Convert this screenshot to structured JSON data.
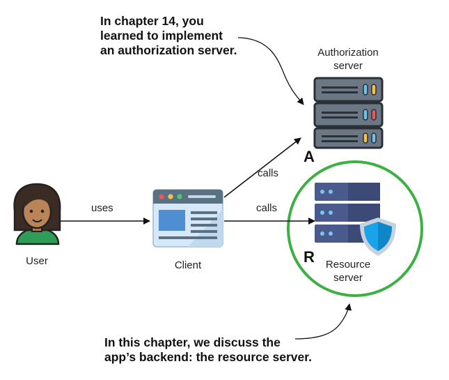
{
  "annotations": {
    "top_line1": "In chapter 14, you",
    "top_line2": "learned to implement",
    "top_line3": "an authorization server.",
    "bottom_line1": "In this chapter, we discuss the",
    "bottom_line2": "app’s backend: the resource server."
  },
  "nodes": {
    "user": "User",
    "client": "Client",
    "auth_server_line1": "Authorization",
    "auth_server_line2": "server",
    "auth_marker": "A",
    "resource_server_line1": "Resource",
    "resource_server_line2": "server",
    "resource_marker": "R"
  },
  "edges": {
    "user_to_client": "uses",
    "client_to_auth": "calls",
    "client_to_resource": "calls"
  },
  "colors": {
    "highlight_circle": "#3cb043",
    "server_body": "#6b7785",
    "resource_server_body": "#4a5a8c",
    "shield": "#1aa3e8",
    "client_window": "#d6e7f7",
    "user_shirt": "#2e9e57"
  }
}
